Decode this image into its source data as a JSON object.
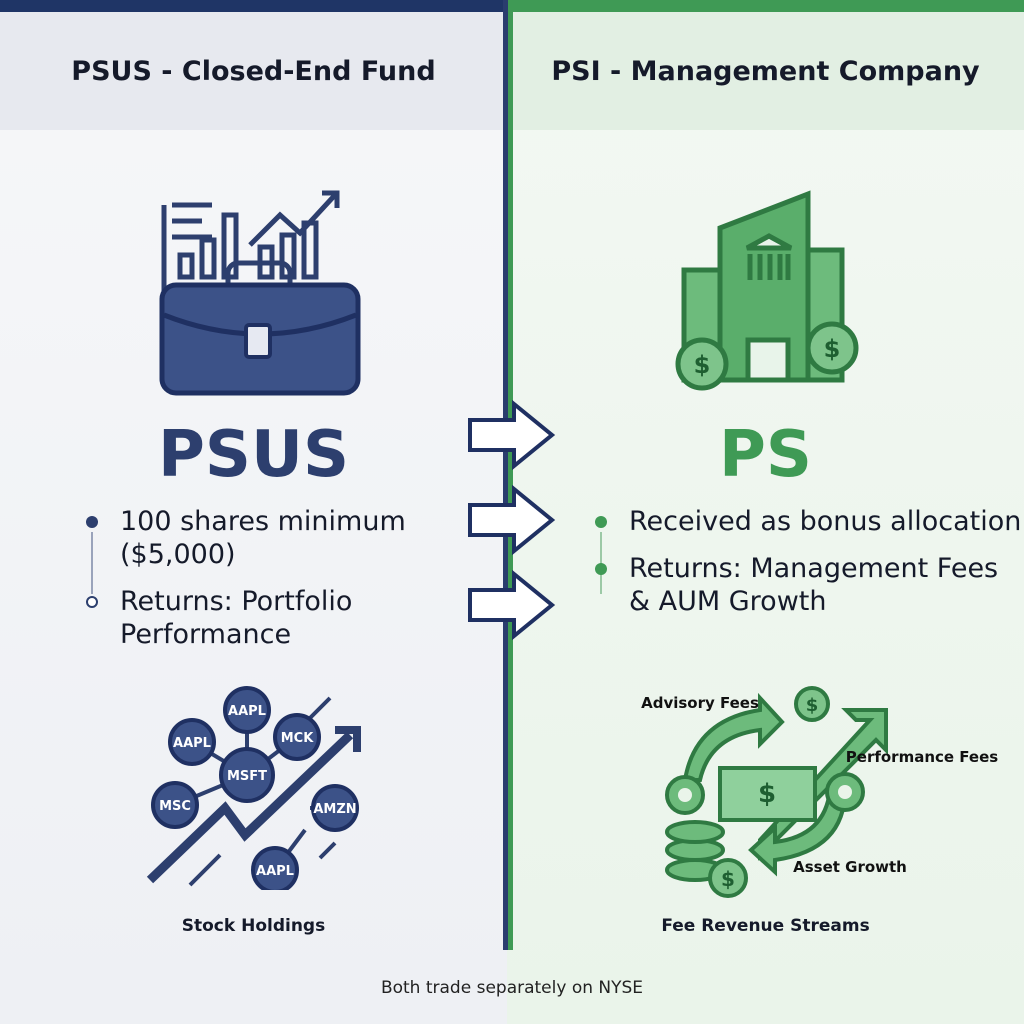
{
  "colors": {
    "navy": "#2d3f6e",
    "green": "#3f9a55"
  },
  "left": {
    "header": "PSUS - Closed-End Fund",
    "ticker": "PSUS",
    "bullets": [
      "100 shares minimum ($5,000)",
      "Returns: Portfolio Performance"
    ],
    "nodes": [
      "AAPL",
      "AAPL",
      "MCK",
      "MSFT",
      "MSC",
      "AMZN",
      "AAPL"
    ],
    "caption": "Stock Holdings"
  },
  "right": {
    "header": "PSI - Management Company",
    "ticker": "PS",
    "bullets": [
      "Received as bonus allocation",
      "Returns: Management Fees & AUM Growth"
    ],
    "labels": [
      "Advisory Fees",
      "Performance Fees",
      "Asset Growth"
    ],
    "caption": "Fee Revenue Streams"
  },
  "footer": "Both trade separately on NYSE"
}
